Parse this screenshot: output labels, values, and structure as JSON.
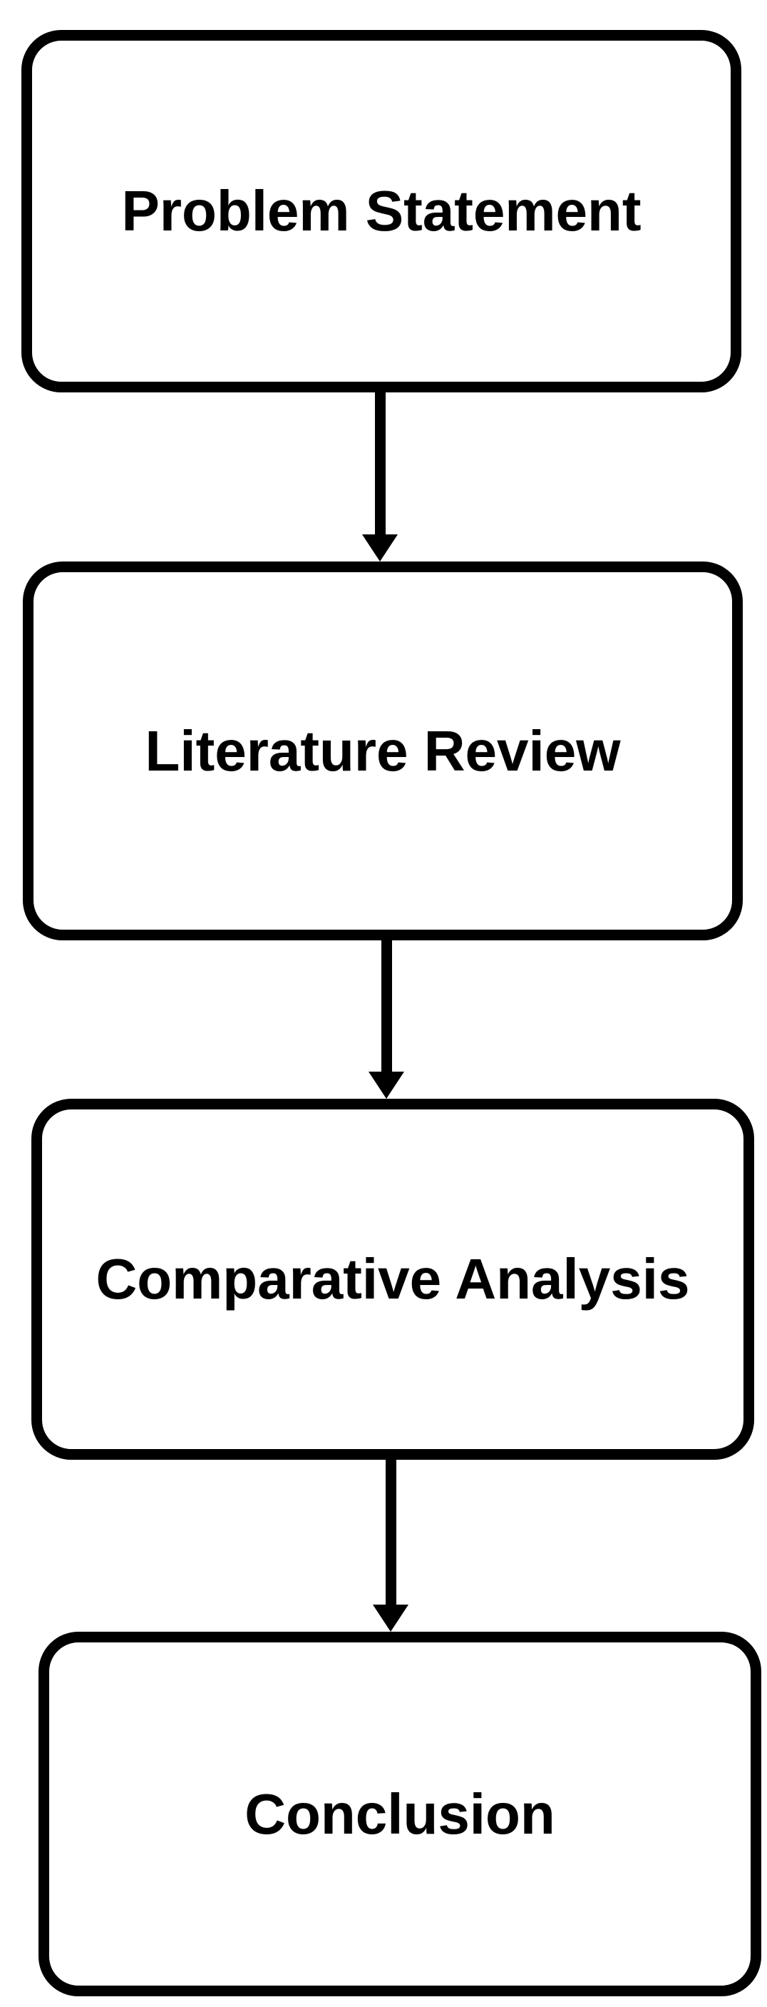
{
  "diagram": {
    "type": "flowchart",
    "direction": "top-down",
    "background_color": "#ffffff",
    "stroke_color": "#000000",
    "text_color": "#000000",
    "nodes": [
      {
        "id": "problem-statement",
        "label": "Problem Statement"
      },
      {
        "id": "literature-review",
        "label": "Literature Review"
      },
      {
        "id": "comparative-analysis",
        "label": "Comparative Analysis"
      },
      {
        "id": "conclusion",
        "label": "Conclusion"
      }
    ],
    "edges": [
      {
        "from": "problem-statement",
        "to": "literature-review"
      },
      {
        "from": "literature-review",
        "to": "comparative-analysis"
      },
      {
        "from": "comparative-analysis",
        "to": "conclusion"
      }
    ]
  }
}
